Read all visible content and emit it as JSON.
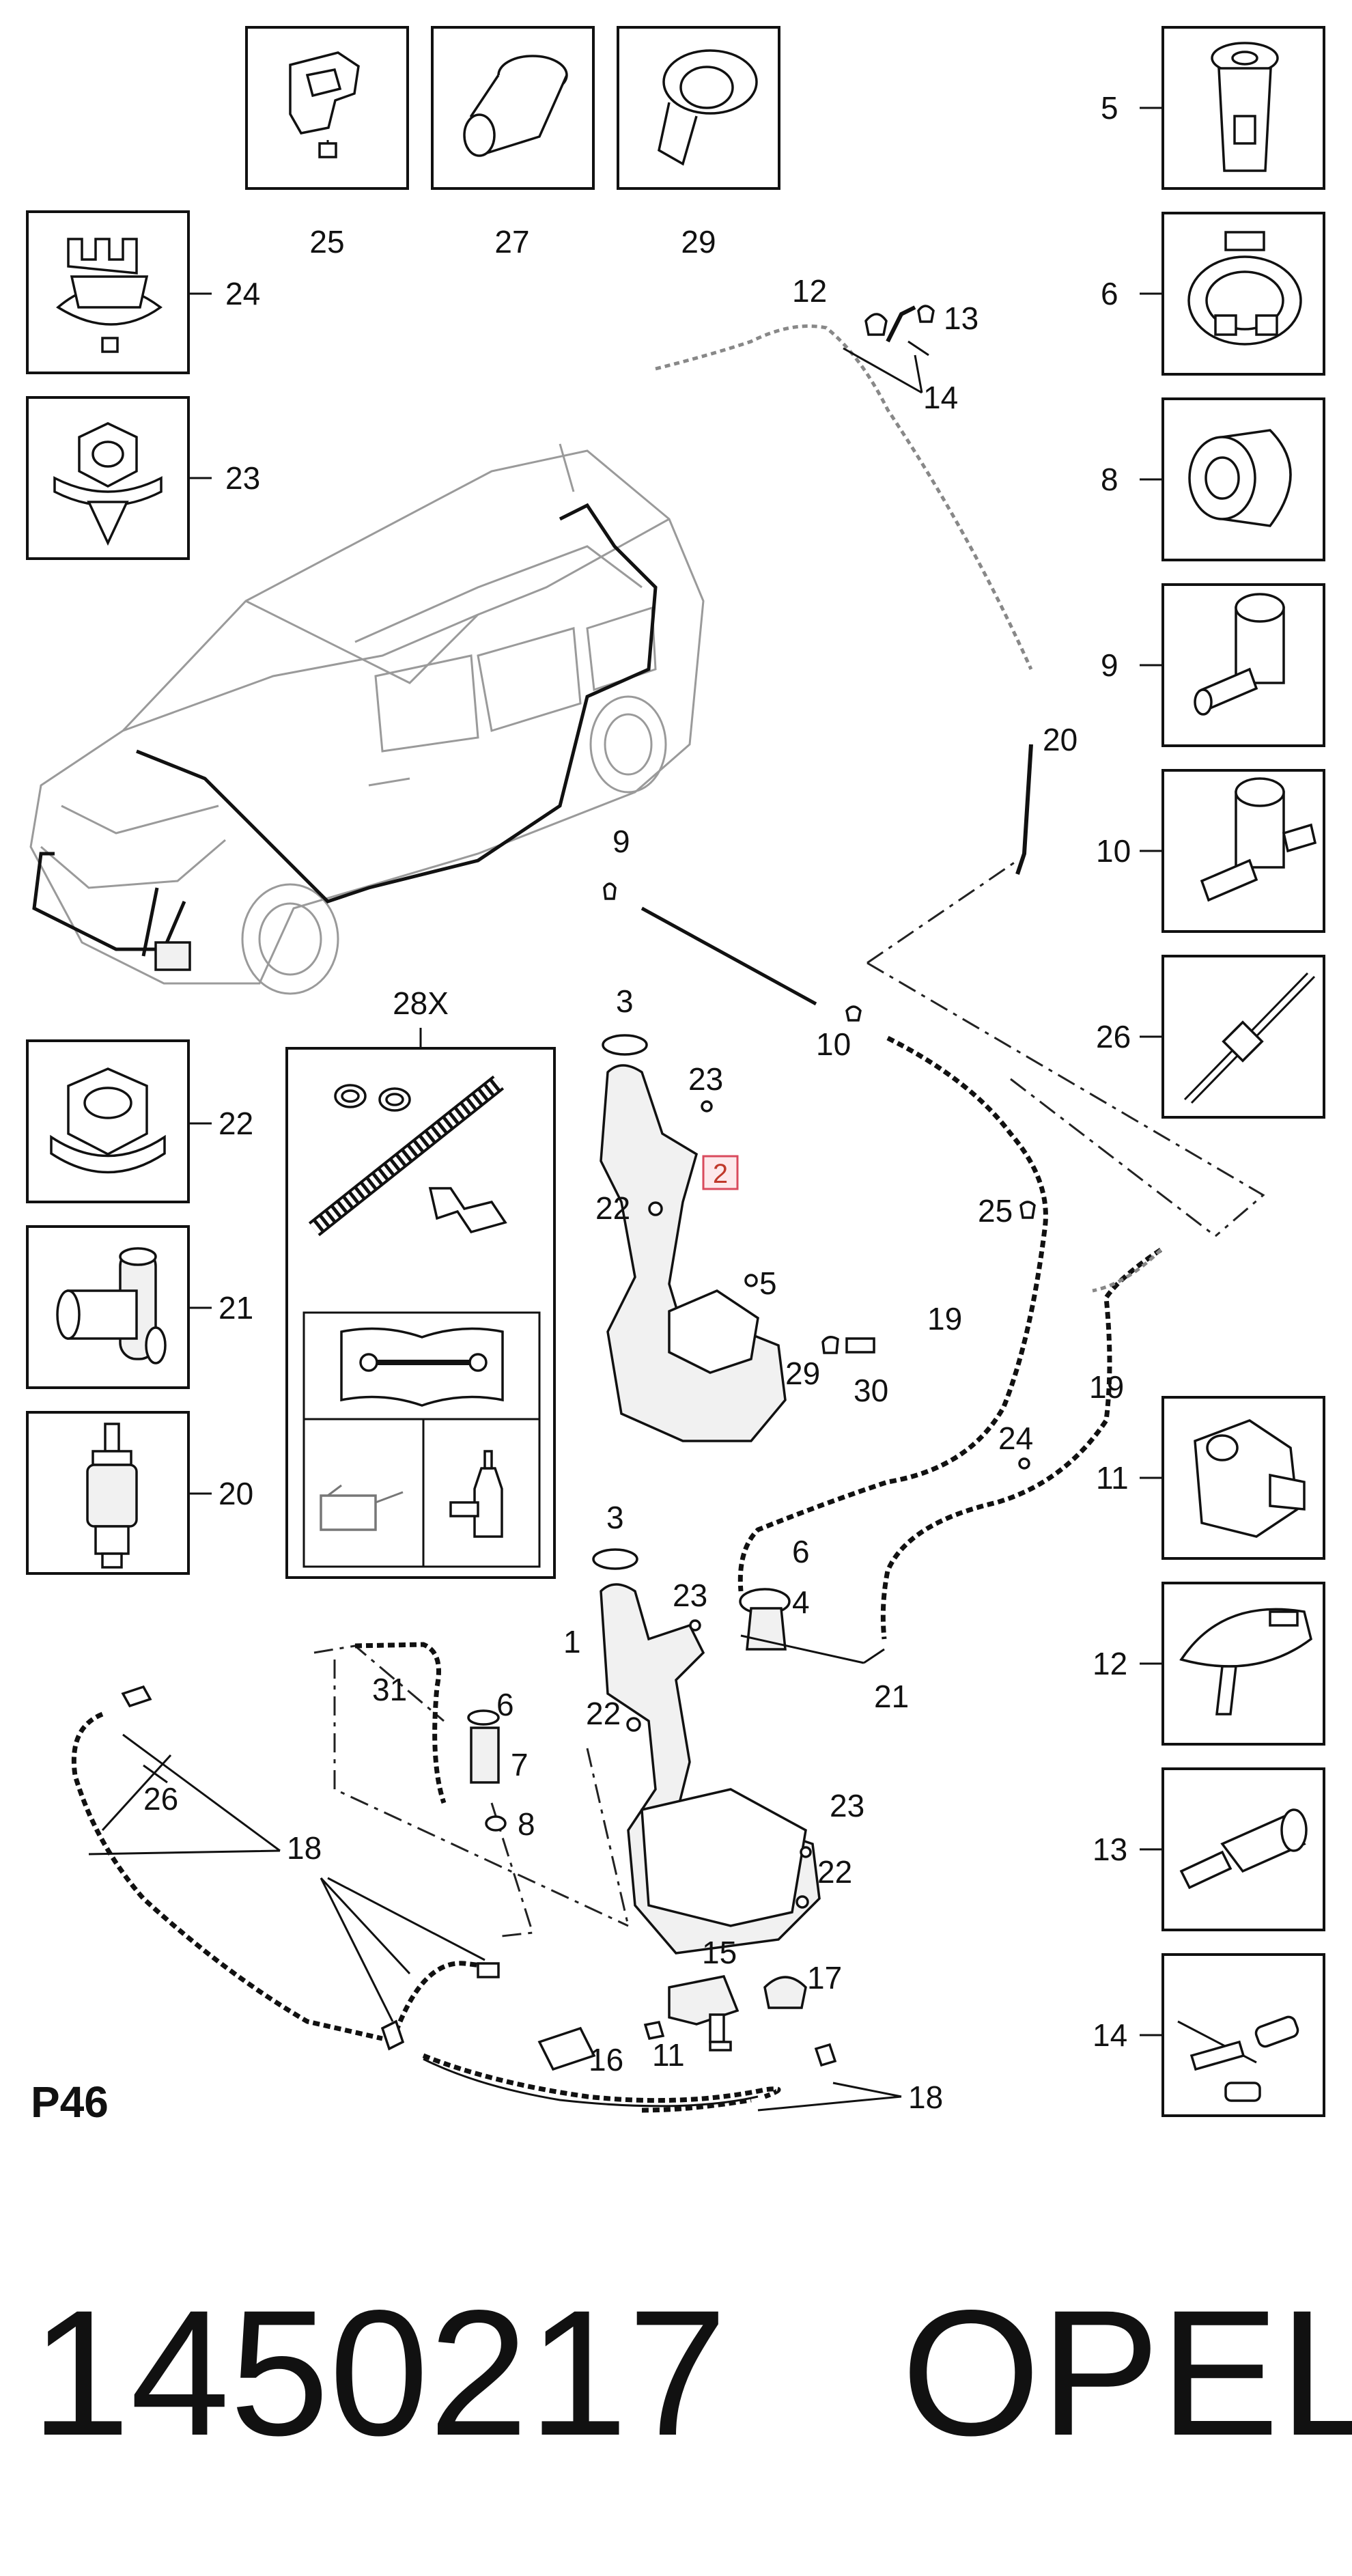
{
  "page_code": "P46",
  "part_number": "1450217",
  "brand": "OPEL",
  "highlighted_callout": "2",
  "kit_label": "28X",
  "callouts": {
    "c25": "25",
    "c27": "27",
    "c29top": "29",
    "c5": "5",
    "c24": "24",
    "c6": "6",
    "c23": "23",
    "c8": "8",
    "c9": "9",
    "c10": "10",
    "c26": "26",
    "c22": "22",
    "c21": "21",
    "c20": "20",
    "c11": "11",
    "c12": "12",
    "c13": "13",
    "c14": "14",
    "d12": "12",
    "d13": "13",
    "d14": "14",
    "d20": "20",
    "d9": "9",
    "d10": "10",
    "d3a": "3",
    "d23a": "23",
    "d22a": "22",
    "d5": "5",
    "d29": "29",
    "d30": "30",
    "d25": "25",
    "d19a": "19",
    "d19b": "19",
    "d24": "24",
    "d3b": "3",
    "d6a": "6",
    "d4": "4",
    "d23b": "23",
    "d21": "21",
    "d1": "1",
    "d31": "31",
    "d6b": "6",
    "d7": "7",
    "d22b": "22",
    "d8": "8",
    "d23c": "23",
    "d22c": "22",
    "d26": "26",
    "d18a": "18",
    "d15": "15",
    "d17": "17",
    "d16": "16",
    "d11": "11",
    "d18b": "18"
  },
  "colors": {
    "line": "#111111",
    "highlight_border": "#d94a5d",
    "highlight_fill": "#fde9ec",
    "highlight_text": "#c0392b"
  },
  "icons": [
    "manual-book-wrench-icon",
    "oil-can-icon",
    "grease-bottle-icon"
  ]
}
